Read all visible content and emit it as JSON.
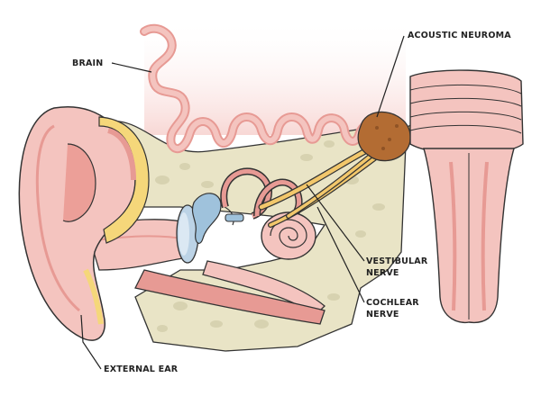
{
  "labels": {
    "brain": "BRAIN",
    "acoustic_neuroma": "ACOUSTIC NEUROMA",
    "vestibular_nerve_1": "VESTIBULAR",
    "vestibular_nerve_2": "NERVE",
    "cochlear_nerve_1": "COCHLEAR",
    "cochlear_nerve_2": "NERVE",
    "external_ear": "EXTERNAL EAR"
  },
  "colors": {
    "skin": "#f4c4bf",
    "skin_dark": "#e79a94",
    "bone": "#e9e4c6",
    "bone_spot": "#d7d2b0",
    "fat": "#f5d77a",
    "brain": "#f4b6b2",
    "nerve": "#f2c76b",
    "tumor": "#b36c33",
    "drum": "#bcd3e6",
    "ossicle": "#9fc2dc",
    "outline": "#333333"
  }
}
